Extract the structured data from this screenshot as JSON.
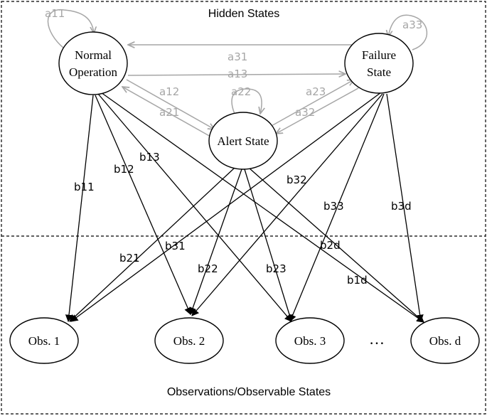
{
  "regions": {
    "hidden_title": "Hidden States",
    "observed_title": "Observations/Observable States"
  },
  "hidden_states": [
    {
      "id": "normal",
      "line1": "Normal",
      "line2": "Operation"
    },
    {
      "id": "alert",
      "line1": "Alert State",
      "line2": ""
    },
    {
      "id": "failure",
      "line1": "Failure",
      "line2": "State"
    }
  ],
  "observations": [
    {
      "id": "obs1",
      "label": "Obs. 1"
    },
    {
      "id": "obs2",
      "label": "Obs. 2"
    },
    {
      "id": "obs3",
      "label": "Obs. 3"
    },
    {
      "id": "obsd",
      "label": "Obs. d"
    }
  ],
  "ellipsis": "…",
  "transitions": {
    "a11": "a11",
    "a22": "a22",
    "a33": "a33",
    "a12": "a12",
    "a21": "a21",
    "a13": "a13",
    "a31": "a31",
    "a23": "a23",
    "a32": "a32"
  },
  "emissions": {
    "b11": "b11",
    "b12": "b12",
    "b13": "b13",
    "b1d": "b1d",
    "b21": "b21",
    "b22": "b22",
    "b23": "b23",
    "b2d": "b2d",
    "b31": "b31",
    "b32": "b32",
    "b33": "b33",
    "b3d": "b3d"
  },
  "colors": {
    "transition": "#a6a6a6",
    "emission": "#000000",
    "border": "#000000"
  }
}
